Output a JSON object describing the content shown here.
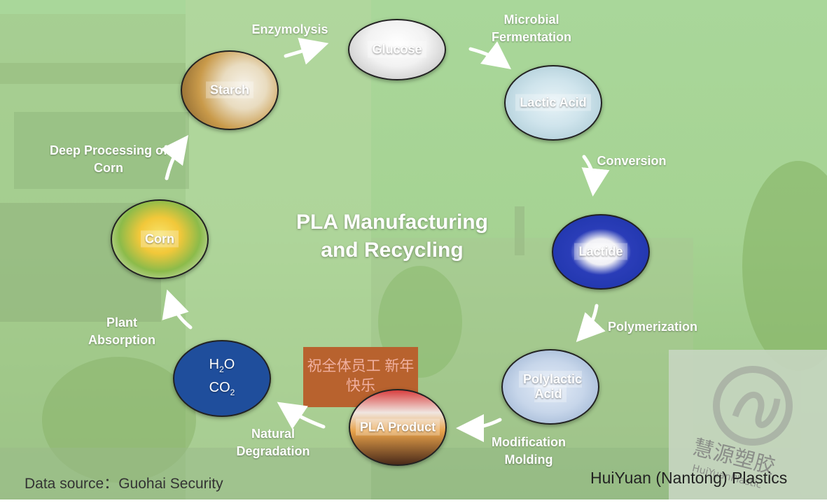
{
  "title": "PLA Manufacturing and Recycling",
  "nodes": {
    "starch": "Starch",
    "glucose": "Glucose",
    "lactic_acid": "Lactic Acid",
    "lactide": "Lactide",
    "polylactic_acid": "Polylactic Acid",
    "pla_product": "PLA Product",
    "h2o_co2": "H2O CO2",
    "corn": "Corn"
  },
  "steps": {
    "enzymolysis": "Enzymolysis",
    "microbial_fermentation": "Microbial Fermentation",
    "conversion": "Conversion",
    "polymerization": "Polymerization",
    "modification_molding": "Modification Molding",
    "natural_degradation": "Natural Degradation",
    "plant_absorption": "Plant Absorption",
    "deep_processing": "Deep Processing of Corn"
  },
  "background_sign": "祝全体员工 新年快乐",
  "footer": {
    "source": "Data source：Guohai Security",
    "company": "HuiYuan (Nantong) Plastics"
  },
  "logo_text": "慧源塑胶 HuiYuanPlastic",
  "colors": {
    "background": "#a6d393",
    "h2o_node": "#1f4e9c",
    "lactide_node": "#1c33a8",
    "text": "#ffffff"
  }
}
